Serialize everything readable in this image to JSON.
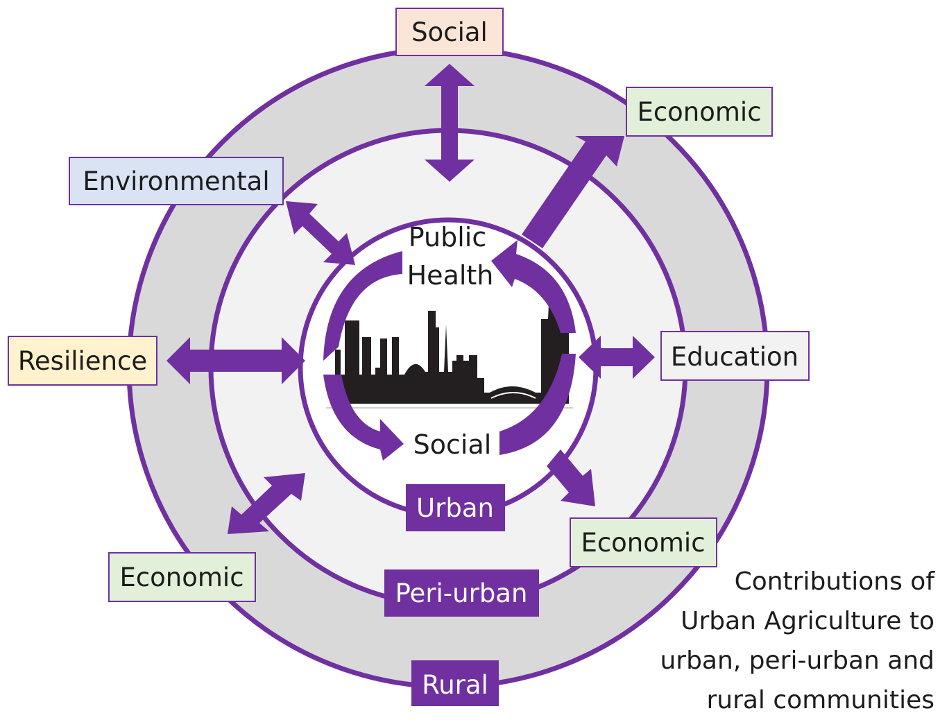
{
  "colors": {
    "purple": "#7030a0",
    "outer_ring": "#d9d9d9",
    "middle_ring": "#f2f2f2",
    "skyline": "#231f20"
  },
  "zones": {
    "urban": "Urban",
    "peri_urban": "Peri-urban",
    "rural": "Rural"
  },
  "center": {
    "line1": "Public",
    "line2": "Health",
    "bottom": "Social"
  },
  "dimensions": [
    {
      "label": "Social",
      "fill": "#fbe5d6"
    },
    {
      "label": "Economic",
      "fill": "#e2f0d9"
    },
    {
      "label": "Environmental",
      "fill": "#dae3f3"
    },
    {
      "label": "Resilience",
      "fill": "#fff2cc"
    },
    {
      "label": "Education",
      "fill": "#f2f2f2"
    },
    {
      "label": "Economic",
      "fill": "#e2f0d9"
    },
    {
      "label": "Economic",
      "fill": "#e2f0d9"
    }
  ],
  "caption": {
    "line1": "Contributions of",
    "line2": "Urban Agriculture to",
    "line3": "urban, peri-urban and",
    "line4": "rural communities"
  }
}
